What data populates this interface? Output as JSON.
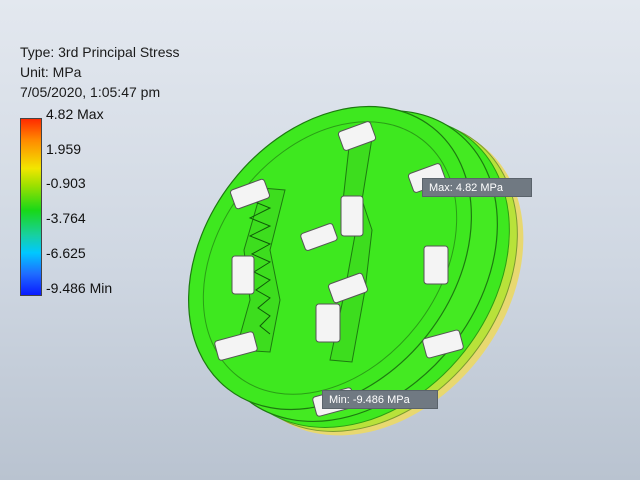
{
  "result": {
    "type_line": "Type: 3rd Principal Stress",
    "unit_line": "Unit: MPa",
    "timestamp_line": "7/05/2020, 1:05:47 pm"
  },
  "legend": {
    "labels": [
      "4.82 Max",
      "1.959",
      "-0.903",
      "-3.764",
      "-6.625",
      "-9.486 Min"
    ]
  },
  "probes": {
    "max_label": "Max: 4.82 MPa",
    "min_label": "Min: -9.486 MPa"
  },
  "colors": {
    "model_green": "#3ee81f",
    "model_edge": "#1d7a10"
  }
}
